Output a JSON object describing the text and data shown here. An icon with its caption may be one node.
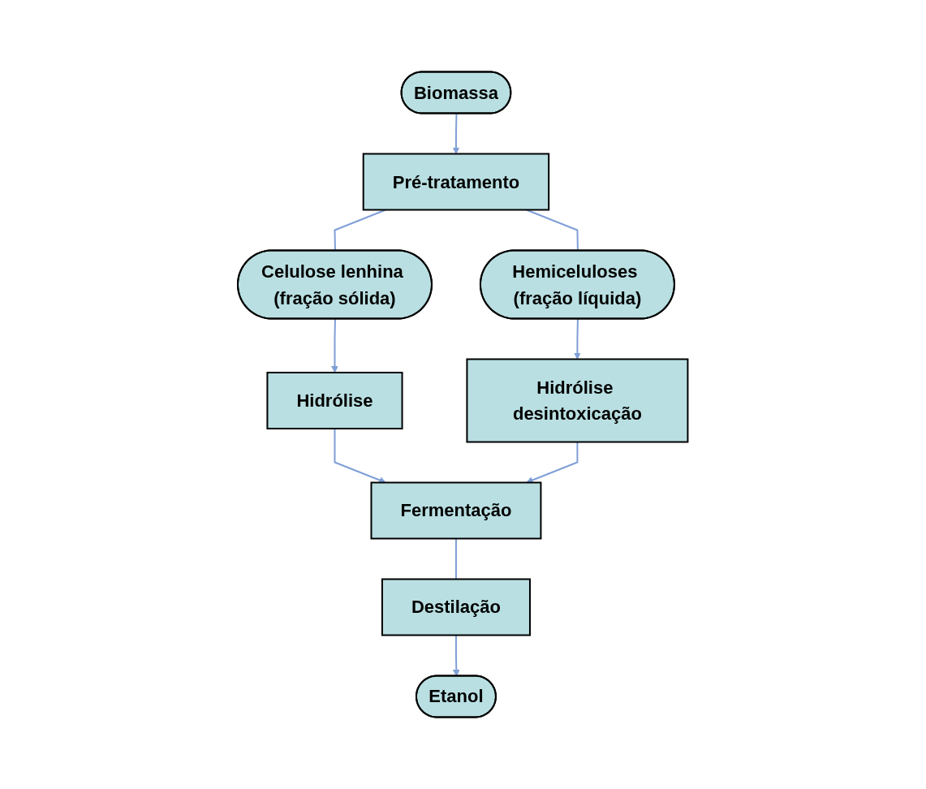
{
  "diagram": {
    "nodes": [
      {
        "text": [
          "Biomassa"
        ]
      },
      {
        "text": [
          "Pré-tratamento"
        ]
      },
      {
        "text": [
          "Celulose lenhina (fração sólida)"
        ]
      },
      {
        "text": [
          "Hemiceluloses (fração líquida)"
        ]
      },
      {
        "text": [
          "Hidrólise"
        ]
      },
      {
        "text": [
          "Hidrólise desintoxicação"
        ]
      },
      {
        "text": [
          "Fermentação"
        ]
      },
      {
        "text": [
          "Destilação"
        ]
      },
      {
        "text": [
          "Etanol"
        ]
      }
    ],
    "edges": [
      {
        "from": 0,
        "to": 1,
        "arrow": "to"
      },
      {
        "from": 1,
        "to": 2,
        "arrow": "none"
      },
      {
        "from": 1,
        "to": 3,
        "arrow": "none"
      },
      {
        "from": 2,
        "to": 4,
        "arrow": "to"
      },
      {
        "from": 3,
        "to": 5,
        "arrow": "to"
      },
      {
        "from": 4,
        "to": 6,
        "arrow": "to"
      },
      {
        "from": 5,
        "to": 6,
        "arrow": "to"
      },
      {
        "from": 6,
        "to": 7,
        "arrow": "none"
      },
      {
        "from": 7,
        "to": 8,
        "arrow": "to"
      }
    ]
  }
}
